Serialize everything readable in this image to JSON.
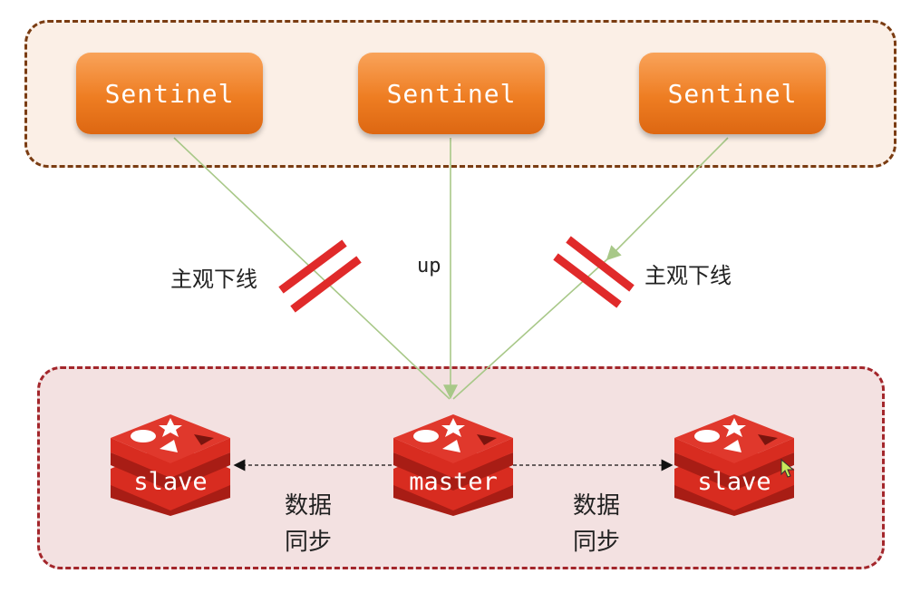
{
  "sentinels": [
    {
      "label": "Sentinel"
    },
    {
      "label": "Sentinel"
    },
    {
      "label": "Sentinel"
    }
  ],
  "links": {
    "left_label": "主观下线",
    "middle_label": "up",
    "right_label": "主观下线"
  },
  "nodes": {
    "slave_left": "slave",
    "master": "master",
    "slave_right": "slave"
  },
  "sync": {
    "left": [
      "数据",
      "同步"
    ],
    "right": [
      "数据",
      "同步"
    ]
  },
  "colors": {
    "sentinel_orange": "#ee7d22",
    "redis_red": "#d82c20",
    "link_green": "#a8c888",
    "cut_red": "#e02a2a",
    "top_group_border": "#7a3c12",
    "bottom_group_border": "#a3262b"
  }
}
